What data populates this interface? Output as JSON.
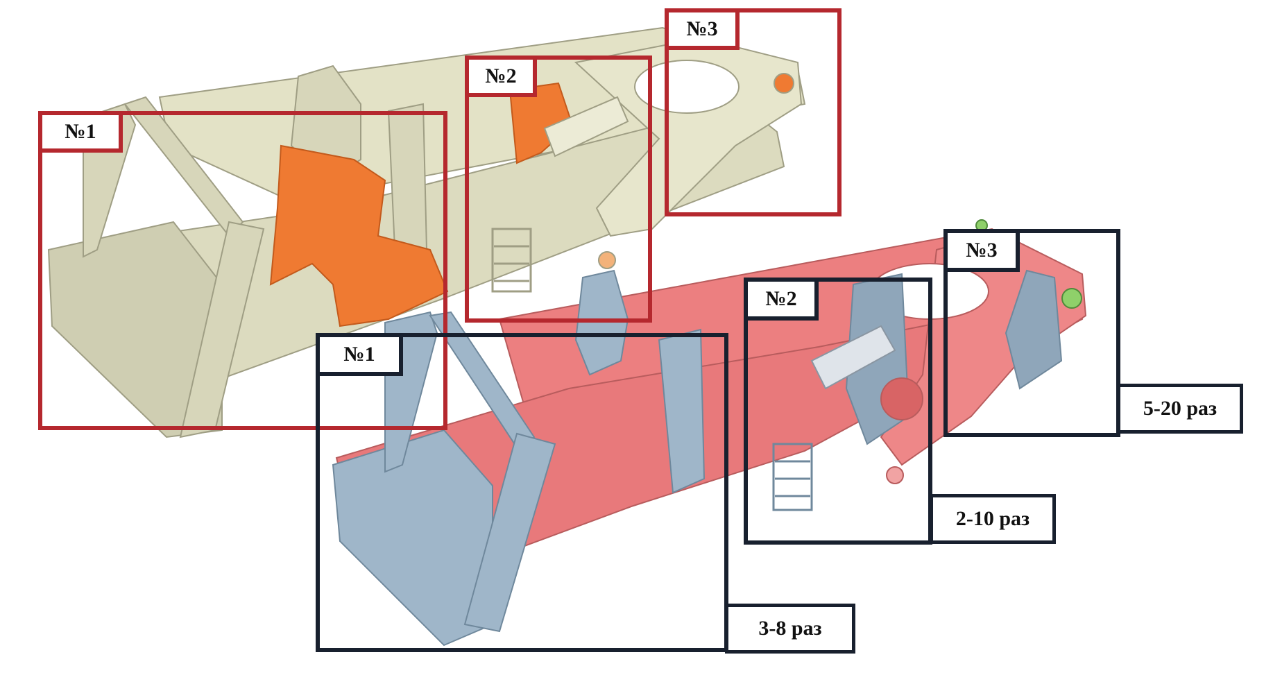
{
  "colors": {
    "beige_frame": "#e3e2c6",
    "beige_shade": "#b9b79a",
    "orange_zone": "#ef7a32",
    "red_frame": "#ec7f80",
    "blue_parts": "#9fb6c9",
    "red_box": "#b5282e",
    "dark_box": "#18202e"
  },
  "top_model": {
    "zones": [
      {
        "label": "№1"
      },
      {
        "label": "№2"
      },
      {
        "label": "№3"
      }
    ]
  },
  "bottom_model": {
    "zones": [
      {
        "label": "№1",
        "ratio": "3-8 раз"
      },
      {
        "label": "№2",
        "ratio": "2-10 раз"
      },
      {
        "label": "№3",
        "ratio": "5-20 раз"
      }
    ]
  }
}
